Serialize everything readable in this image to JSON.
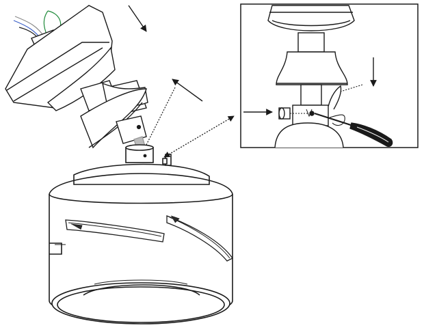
{
  "diagram": {
    "kind": "ceiling-fan-installation-illustration",
    "components": {
      "ceiling_canopy": {
        "name": "canopy",
        "tilted": true
      },
      "downrod_and_ball": {
        "name": "downrod-hanger"
      },
      "motor_housing": {
        "name": "fan-motor-housing"
      },
      "coupler_on_motor": {
        "name": "motor-coupler"
      },
      "inset_detail": {
        "name": "downrod-pin-detail",
        "framed": true
      },
      "screwdriver": {
        "name": "screwdriver-tool"
      }
    },
    "arrows": [
      {
        "name": "lower-canopy-arrow",
        "style": "solid",
        "direction": "down-right"
      },
      {
        "name": "lift-arrow",
        "style": "solid",
        "direction": "up-left"
      },
      {
        "name": "inset-pointer-arrow",
        "style": "dotted",
        "direction": "bidirectional"
      },
      {
        "name": "inset-down-arrow",
        "style": "solid",
        "direction": "down"
      },
      {
        "name": "pin-insert-arrow",
        "style": "solid",
        "direction": "right"
      },
      {
        "name": "clevis-dotted-arrow",
        "style": "dotted",
        "direction": "right"
      }
    ],
    "colors": {
      "line": "#1a1a1a",
      "dark_fill": "#2b2b2b",
      "wire_green": "#1f8a3a",
      "wire_blue": "#3a5fc8",
      "wire_gray": "#8a8a8a"
    }
  }
}
